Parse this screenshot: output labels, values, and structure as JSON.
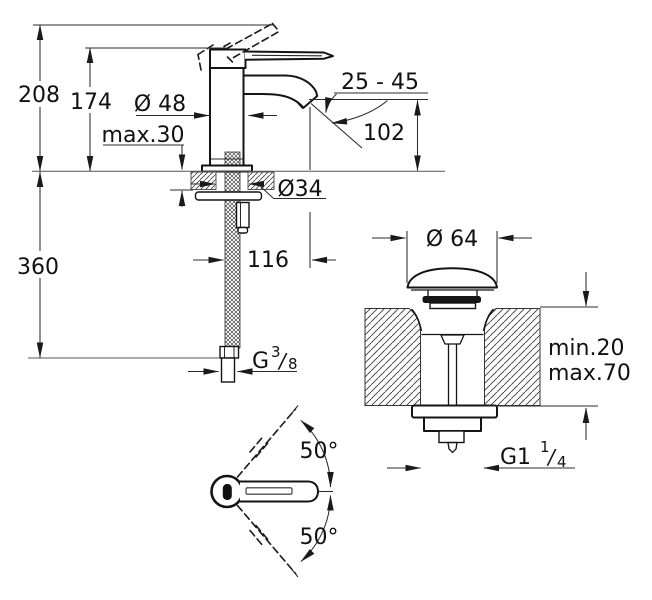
{
  "drawing": {
    "background": "#ffffff",
    "line_color": "#1a1a1a",
    "kind": "faucet-installation-dimension-drawing"
  },
  "main_view": {
    "overall_height": "208",
    "body_height": "174",
    "body_diameter": "Ø 48",
    "max_deck_thickness": "max.30",
    "aerator_range": "25 - 45",
    "spout_height": "102",
    "deck_hole_diameter": "Ø34",
    "spout_reach": "116",
    "hose_length": "360",
    "supply_thread": {
      "prefix": "G",
      "numerator": "3",
      "slash": "/",
      "denominator": "8"
    }
  },
  "waste_view": {
    "cap_diameter": "Ø 64",
    "deck_min": "min.20",
    "deck_max": "max.70",
    "waste_thread": {
      "prefix": "G1",
      "numerator": "1",
      "slash": "/",
      "denominator": "4"
    }
  },
  "top_view": {
    "swivel_angle_upper": "50°",
    "swivel_angle_lower": "50°"
  }
}
